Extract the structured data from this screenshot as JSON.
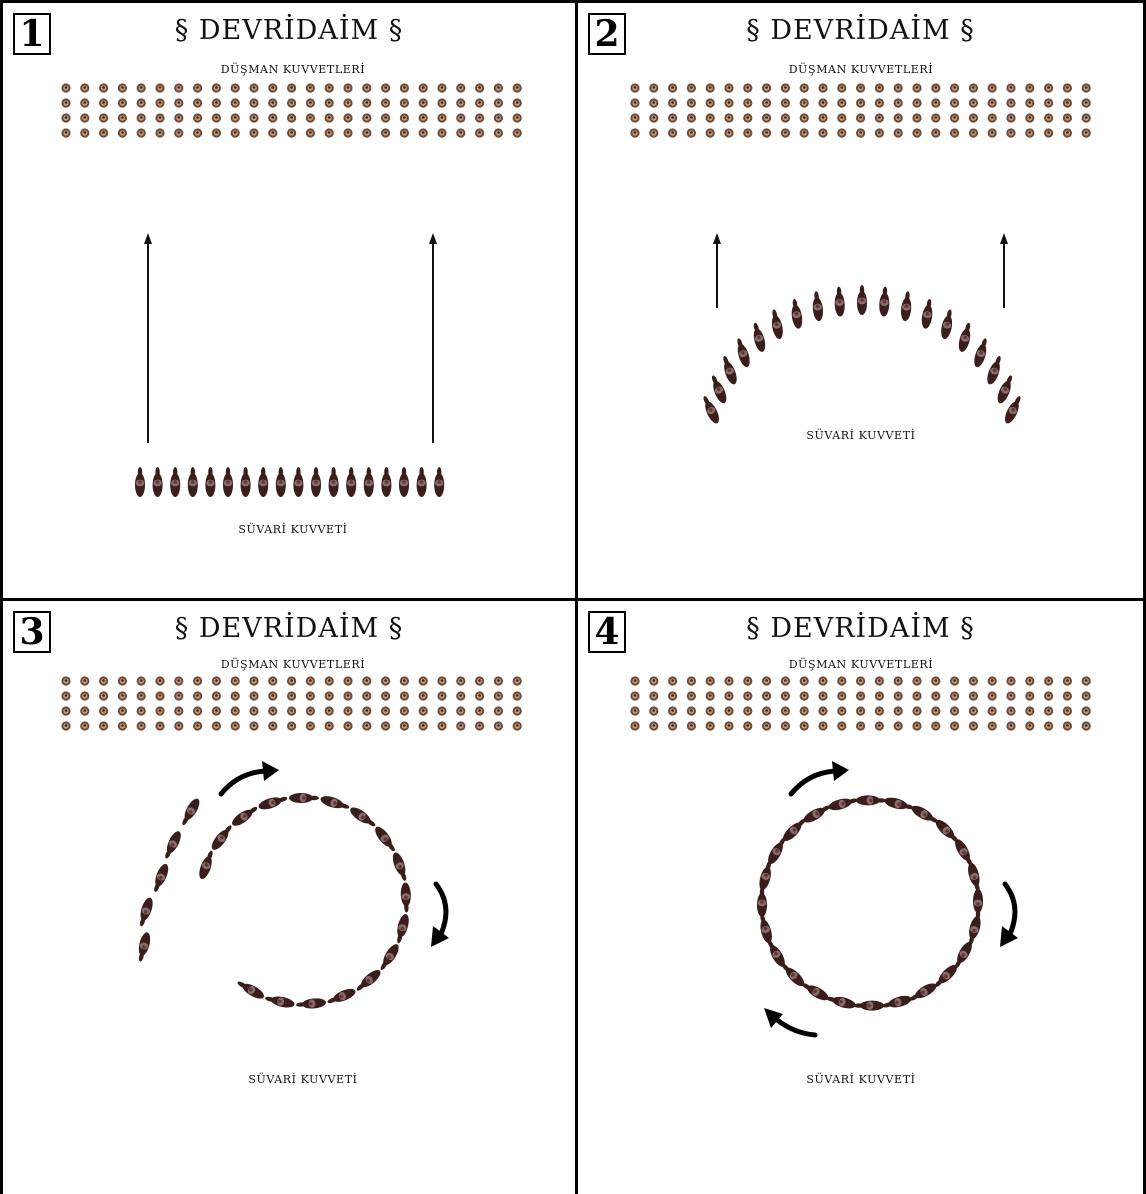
{
  "panels": [
    {
      "number": "1",
      "title": "§ DEVRİDAİM §",
      "enemy_label": "DÜŞMAN KUVVETLERİ",
      "cavalry_label": "SÜVARİ KUVVETİ",
      "formation": "line-advance"
    },
    {
      "number": "2",
      "title": "§ DEVRİDAİM §",
      "enemy_label": "DÜŞMAN KUVVETLERİ",
      "cavalry_label": "SÜVARİ KUVVETİ",
      "formation": "arc"
    },
    {
      "number": "3",
      "title": "§ DEVRİDAİM §",
      "enemy_label": "DÜŞMAN KUVVETLERİ",
      "cavalry_label": "SÜVARİ KUVVETİ",
      "formation": "forming-circle"
    },
    {
      "number": "4",
      "title": "§ DEVRİDAİM §",
      "enemy_label": "DÜŞMAN KUVVETLERİ",
      "cavalry_label": "SÜVARİ KUVVETİ",
      "formation": "full-circle"
    }
  ],
  "colors": {
    "enemy_unit": "#6b4a3a",
    "enemy_shield": "#c9a27a",
    "cavalry_unit": "#3a1e1c",
    "cavalry_rider": "#8a6a6a",
    "ink": "#111111"
  }
}
